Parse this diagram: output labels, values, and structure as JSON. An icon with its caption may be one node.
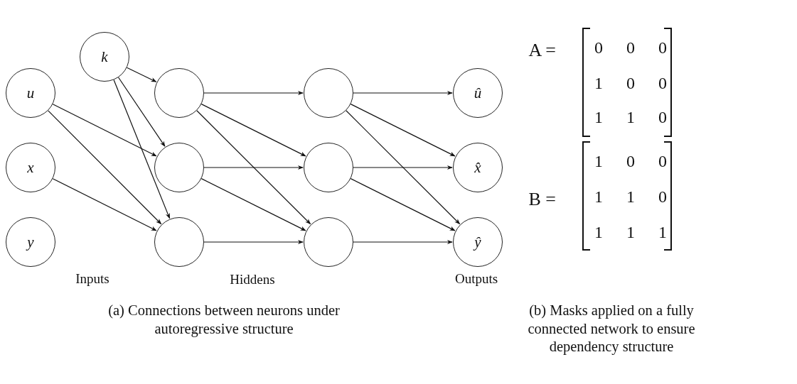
{
  "diagram": {
    "nodes": [
      {
        "text": [
          "k"
        ]
      },
      {
        "text": [
          "u"
        ]
      },
      {
        "text": [
          "x"
        ]
      },
      {
        "text": [
          "y"
        ]
      },
      {
        "text": [],
        "shape": "circle"
      },
      {
        "text": [],
        "shape": "circle"
      },
      {
        "text": [],
        "shape": "circle"
      },
      {
        "text": [],
        "shape": "circle"
      },
      {
        "text": [],
        "shape": "circle"
      },
      {
        "text": [],
        "shape": "circle"
      },
      {
        "text": [
          "û"
        ]
      },
      {
        "text": [
          "x̂"
        ]
      },
      {
        "text": [
          "ŷ"
        ]
      }
    ],
    "edges": [
      {
        "from": 0,
        "to": 4,
        "arrow": "to"
      },
      {
        "from": 0,
        "to": 5,
        "arrow": "to"
      },
      {
        "from": 0,
        "to": 6,
        "arrow": "to"
      },
      {
        "from": 1,
        "to": 5,
        "arrow": "to"
      },
      {
        "from": 1,
        "to": 6,
        "arrow": "to"
      },
      {
        "from": 2,
        "to": 6,
        "arrow": "to"
      },
      {
        "from": 4,
        "to": 7,
        "arrow": "to"
      },
      {
        "from": 4,
        "to": 8,
        "arrow": "to"
      },
      {
        "from": 4,
        "to": 9,
        "arrow": "to"
      },
      {
        "from": 5,
        "to": 8,
        "arrow": "to"
      },
      {
        "from": 5,
        "to": 9,
        "arrow": "to"
      },
      {
        "from": 6,
        "to": 9,
        "arrow": "to"
      },
      {
        "from": 7,
        "to": 10,
        "arrow": "to"
      },
      {
        "from": 7,
        "to": 11,
        "arrow": "to"
      },
      {
        "from": 7,
        "to": 12,
        "arrow": "to"
      },
      {
        "from": 8,
        "to": 11,
        "arrow": "to"
      },
      {
        "from": 8,
        "to": 12,
        "arrow": "to"
      },
      {
        "from": 9,
        "to": 12,
        "arrow": "to"
      }
    ],
    "labels": [
      "A =",
      "0",
      "0",
      "0",
      "1",
      "0",
      "0",
      "1",
      "1",
      "0",
      "B =",
      "1",
      "0",
      "0",
      "1",
      "1",
      "0",
      "1",
      "1",
      "1",
      "Inputs",
      "Hiddens",
      "Outputs",
      "(a) Connections between neurons under autoregressive structure",
      "(b) Masks applied on a fully connected network to ensure dependency structure"
    ]
  }
}
